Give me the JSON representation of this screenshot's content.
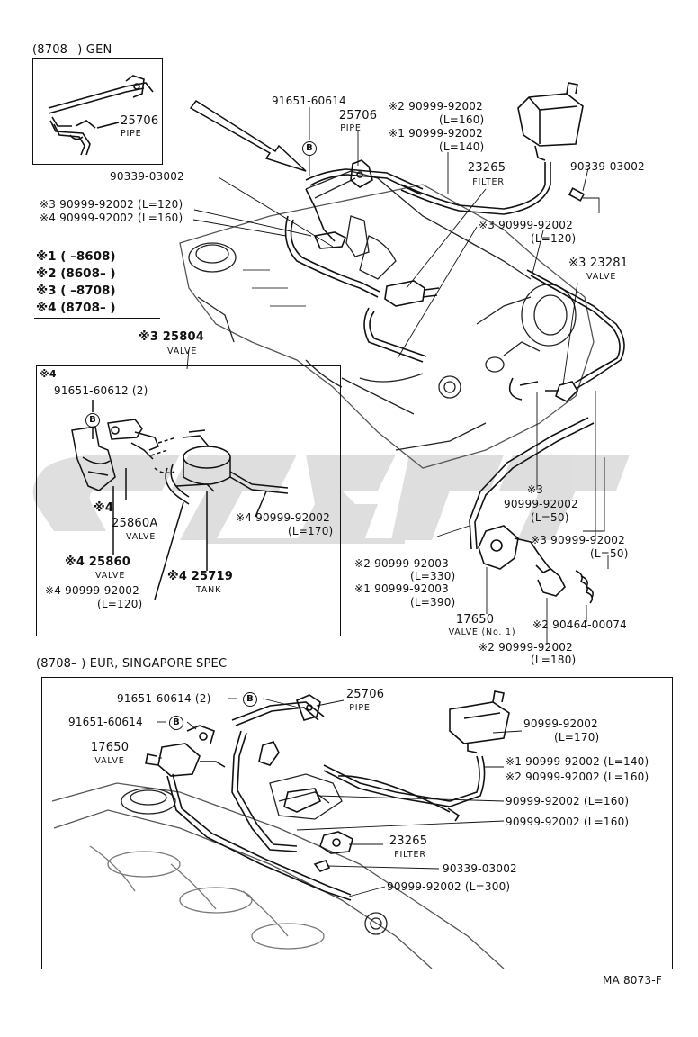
{
  "headers": {
    "gen": "(8708–        ) GEN",
    "eur": "(8708–        ) EUR, SINGAPORE SPEC"
  },
  "legend": [
    "※1 (      –8608)",
    "※2 (8608–        )",
    "※3 (      –8708)",
    "※4 (8708–        )"
  ],
  "inset_gen": {
    "pipe_num": "25706",
    "pipe_name": "PIPE"
  },
  "upper": {
    "l_91651_60614": "91651-60614",
    "b_mark": "B",
    "pipe_num": "25706",
    "pipe_name": "PIPE",
    "hose_2": "※2 90999-92002",
    "hose_2_len": "(L=160)",
    "hose_1": "※1 90999-92002",
    "hose_1_len": "(L=140)",
    "filter_num": "23265",
    "filter_name": "FILTER",
    "clamp_left": "90339-03002",
    "clamp_right": "90339-03002",
    "hose_3a": "※3 90999-92002 (L=120)",
    "hose_4a": "※4 90999-92002 (L=160)",
    "hose_3b": "※3 90999-92002",
    "hose_3b_len": "(L=120)",
    "valve_23281_num": "※3 23281",
    "valve_23281_name": "VALVE",
    "valve_25804_num": "※3 25804",
    "valve_25804_name": "VALVE",
    "hose_3c_tag": "※3",
    "hose_3c": "90999-92002",
    "hose_3c_len": "(L=50)",
    "hose_3d": "※3 90999-92002",
    "hose_3d_len": "(L=50)",
    "hose_2b": "※2 90999-92003",
    "hose_2b_len": "(L=330)",
    "hose_1b": "※1 90999-92003",
    "hose_1b_len": "(L=390)",
    "valve_17650_num": "17650",
    "valve_17650_name": "VALVE (No. 1)",
    "hose_2c": "※2 90999-92002",
    "hose_2c_len": "(L=180)",
    "clip_2": "※2 90464-00074"
  },
  "inset4": {
    "tag": "※4",
    "bolt": "91651-60612 (2)",
    "b_mark": "B",
    "valve_a_tag": "※4",
    "valve_a_num": "25860A",
    "valve_a_name": "VALVE",
    "valve_b_num": "※4 25860",
    "valve_b_name": "VALVE",
    "hose_a": "※4 90999-92002",
    "hose_a_len": "(L=120)",
    "hose_b": "※4 90999-92002",
    "hose_b_len": "(L=170)",
    "tank_num": "※4 25719",
    "tank_name": "TANK"
  },
  "lower": {
    "bolt2": "91651-60614 (2)",
    "bolt1": "91651-60614",
    "b_mark": "B",
    "pipe_num": "25706",
    "pipe_name": "PIPE",
    "valve_num": "17650",
    "valve_name": "VALVE",
    "hose_170": "90999-92002",
    "hose_170_len": "(L=170)",
    "hose_1": "※1 90999-92002 (L=140)",
    "hose_2": "※2 90999-92002 (L=160)",
    "hose_160a": "90999-92002 (L=160)",
    "hose_160b": "90999-92002 (L=160)",
    "filter_num": "23265",
    "filter_name": "FILTER",
    "clamp": "90339-03002",
    "hose_300": "90999-92002 (L=300)"
  },
  "footer": "MA  8073-F"
}
